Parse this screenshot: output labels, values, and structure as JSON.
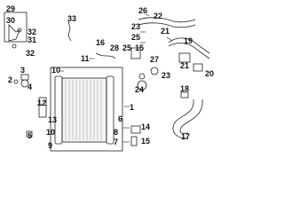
{
  "callouts": {
    "n1": "1",
    "n2": "2",
    "n3": "3",
    "n4": "4",
    "n5": "5",
    "n6": "6",
    "n7": "7",
    "n8": "8",
    "n9": "9",
    "n10": "10",
    "n11": "11",
    "n12": "12",
    "n13": "13",
    "n14": "14",
    "n15": "15",
    "n16": "16",
    "n17": "17",
    "n18": "18",
    "n19": "19",
    "n20": "20",
    "n21": "21",
    "n22": "22",
    "n23": "23",
    "n24": "24",
    "n25a": "25",
    "n25b": "25",
    "n26": "26",
    "n27": "27",
    "n28": "28",
    "n29": "29",
    "n30": "30",
    "n31": "31",
    "n32a": "32",
    "n32b": "32",
    "n33": "33"
  }
}
